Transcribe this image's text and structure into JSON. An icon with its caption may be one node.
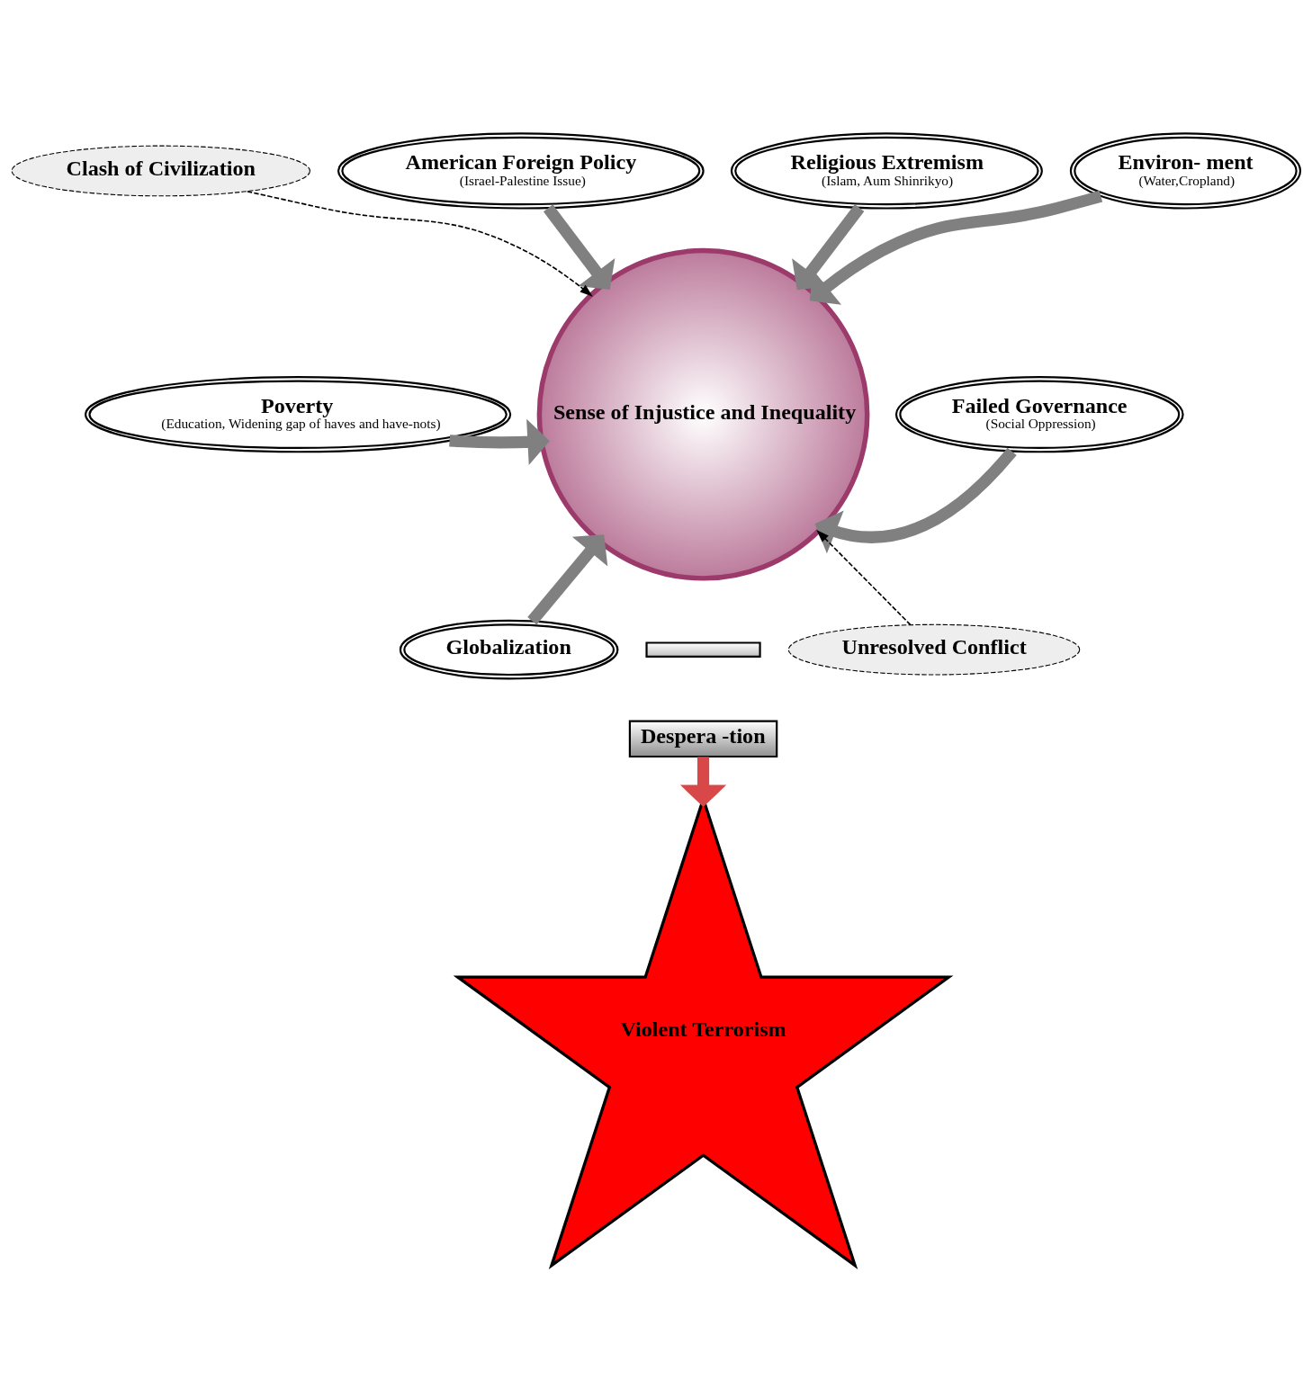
{
  "diagram": {
    "nodes": [
      {
        "text": [
          "American Foreign Policy",
          "(Israel-Palestine Issue)"
        ]
      },
      {
        "text": [
          "Religious Extremism",
          "(Islam, Aum Shinrikyo)"
        ]
      },
      {
        "text": [
          "Clash of Civilization"
        ]
      },
      {
        "text": [
          "Environ- ment",
          "(Water,Cropland)"
        ]
      },
      {
        "text": [
          "Poverty",
          "(Education, Widening gap of haves and have-nots)"
        ]
      },
      {
        "text": [
          "Sense of Injustice and Inequality"
        ]
      },
      {
        "text": [
          "Failed Governance",
          "(Social Oppression)"
        ]
      },
      {
        "text": [
          "Globalization"
        ]
      },
      {
        "text": [],
        "shape": "bar"
      },
      {
        "text": [
          "Despera -tion"
        ]
      },
      {
        "text": [
          "Unresolved Conflict"
        ]
      },
      {
        "text": [
          "Violent Terrorism"
        ]
      }
    ],
    "edges": [
      {
        "from": 0,
        "to": 5,
        "arrow": "to"
      },
      {
        "from": 1,
        "to": 5,
        "arrow": "to"
      },
      {
        "from": 2,
        "to": 5,
        "arrow": "to",
        "style": "dashed",
        "color": "#000000"
      },
      {
        "from": 3,
        "to": 5,
        "arrow": "to"
      },
      {
        "from": 4,
        "to": 5,
        "arrow": "to"
      },
      {
        "from": 6,
        "to": 5,
        "arrow": "to"
      },
      {
        "from": 7,
        "to": 5,
        "arrow": "to"
      },
      {
        "from": 10,
        "to": 5,
        "arrow": "to",
        "style": "dashed",
        "color": "#000000"
      },
      {
        "from": 9,
        "to": 11,
        "arrow": "to",
        "color": "#d84848"
      }
    ]
  }
}
